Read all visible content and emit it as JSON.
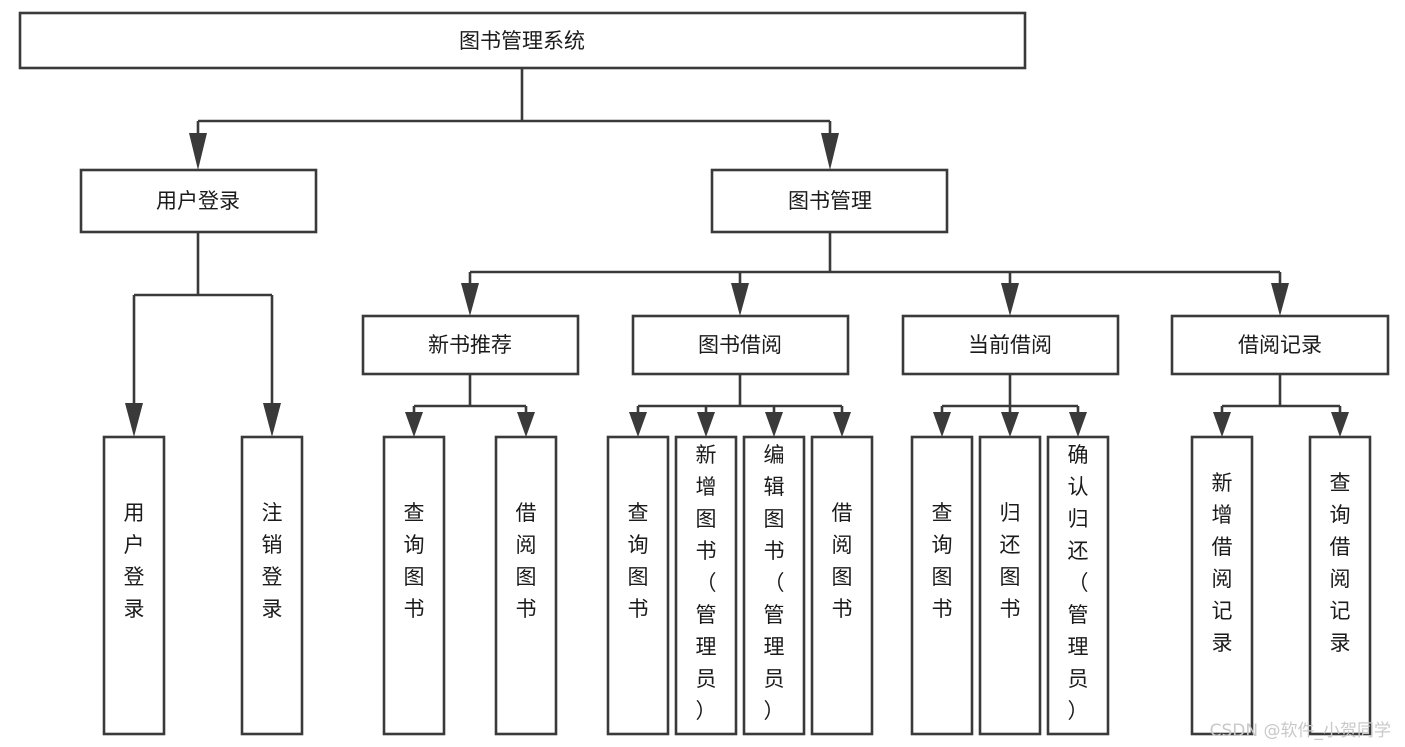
{
  "diagram": {
    "title": "图书管理系统",
    "type": "tree-hierarchy-diagram",
    "colors": {
      "stroke": "#3a3a3a",
      "fill": "#ffffff",
      "text": "#1b1b1b",
      "watermark": "#c9c9c9"
    },
    "root": {
      "label": "图书管理系统"
    },
    "level2": [
      {
        "label": "用户登录"
      },
      {
        "label": "图书管理"
      }
    ],
    "level3": [
      {
        "label": "新书推荐"
      },
      {
        "label": "图书借阅"
      },
      {
        "label": "当前借阅"
      },
      {
        "label": "借阅记录"
      }
    ],
    "leaves": {
      "user_login": [
        {
          "label": "用户登录"
        },
        {
          "label": "注销登录"
        }
      ],
      "new_book_recommend": [
        {
          "label": "查询图书"
        },
        {
          "label": "借阅图书"
        }
      ],
      "book_borrow": [
        {
          "label": "查询图书"
        },
        {
          "label": "新增图书（管理员）"
        },
        {
          "label": "编辑图书（管理员）"
        },
        {
          "label": "借阅图书"
        }
      ],
      "current_borrow": [
        {
          "label": "查询图书"
        },
        {
          "label": "归还图书"
        },
        {
          "label": "确认归还（管理员）"
        }
      ],
      "borrow_record": [
        {
          "label": "新增借阅记录"
        },
        {
          "label": "查询借阅记录"
        }
      ]
    },
    "watermark": "CSDN @软件_小贺同学"
  }
}
